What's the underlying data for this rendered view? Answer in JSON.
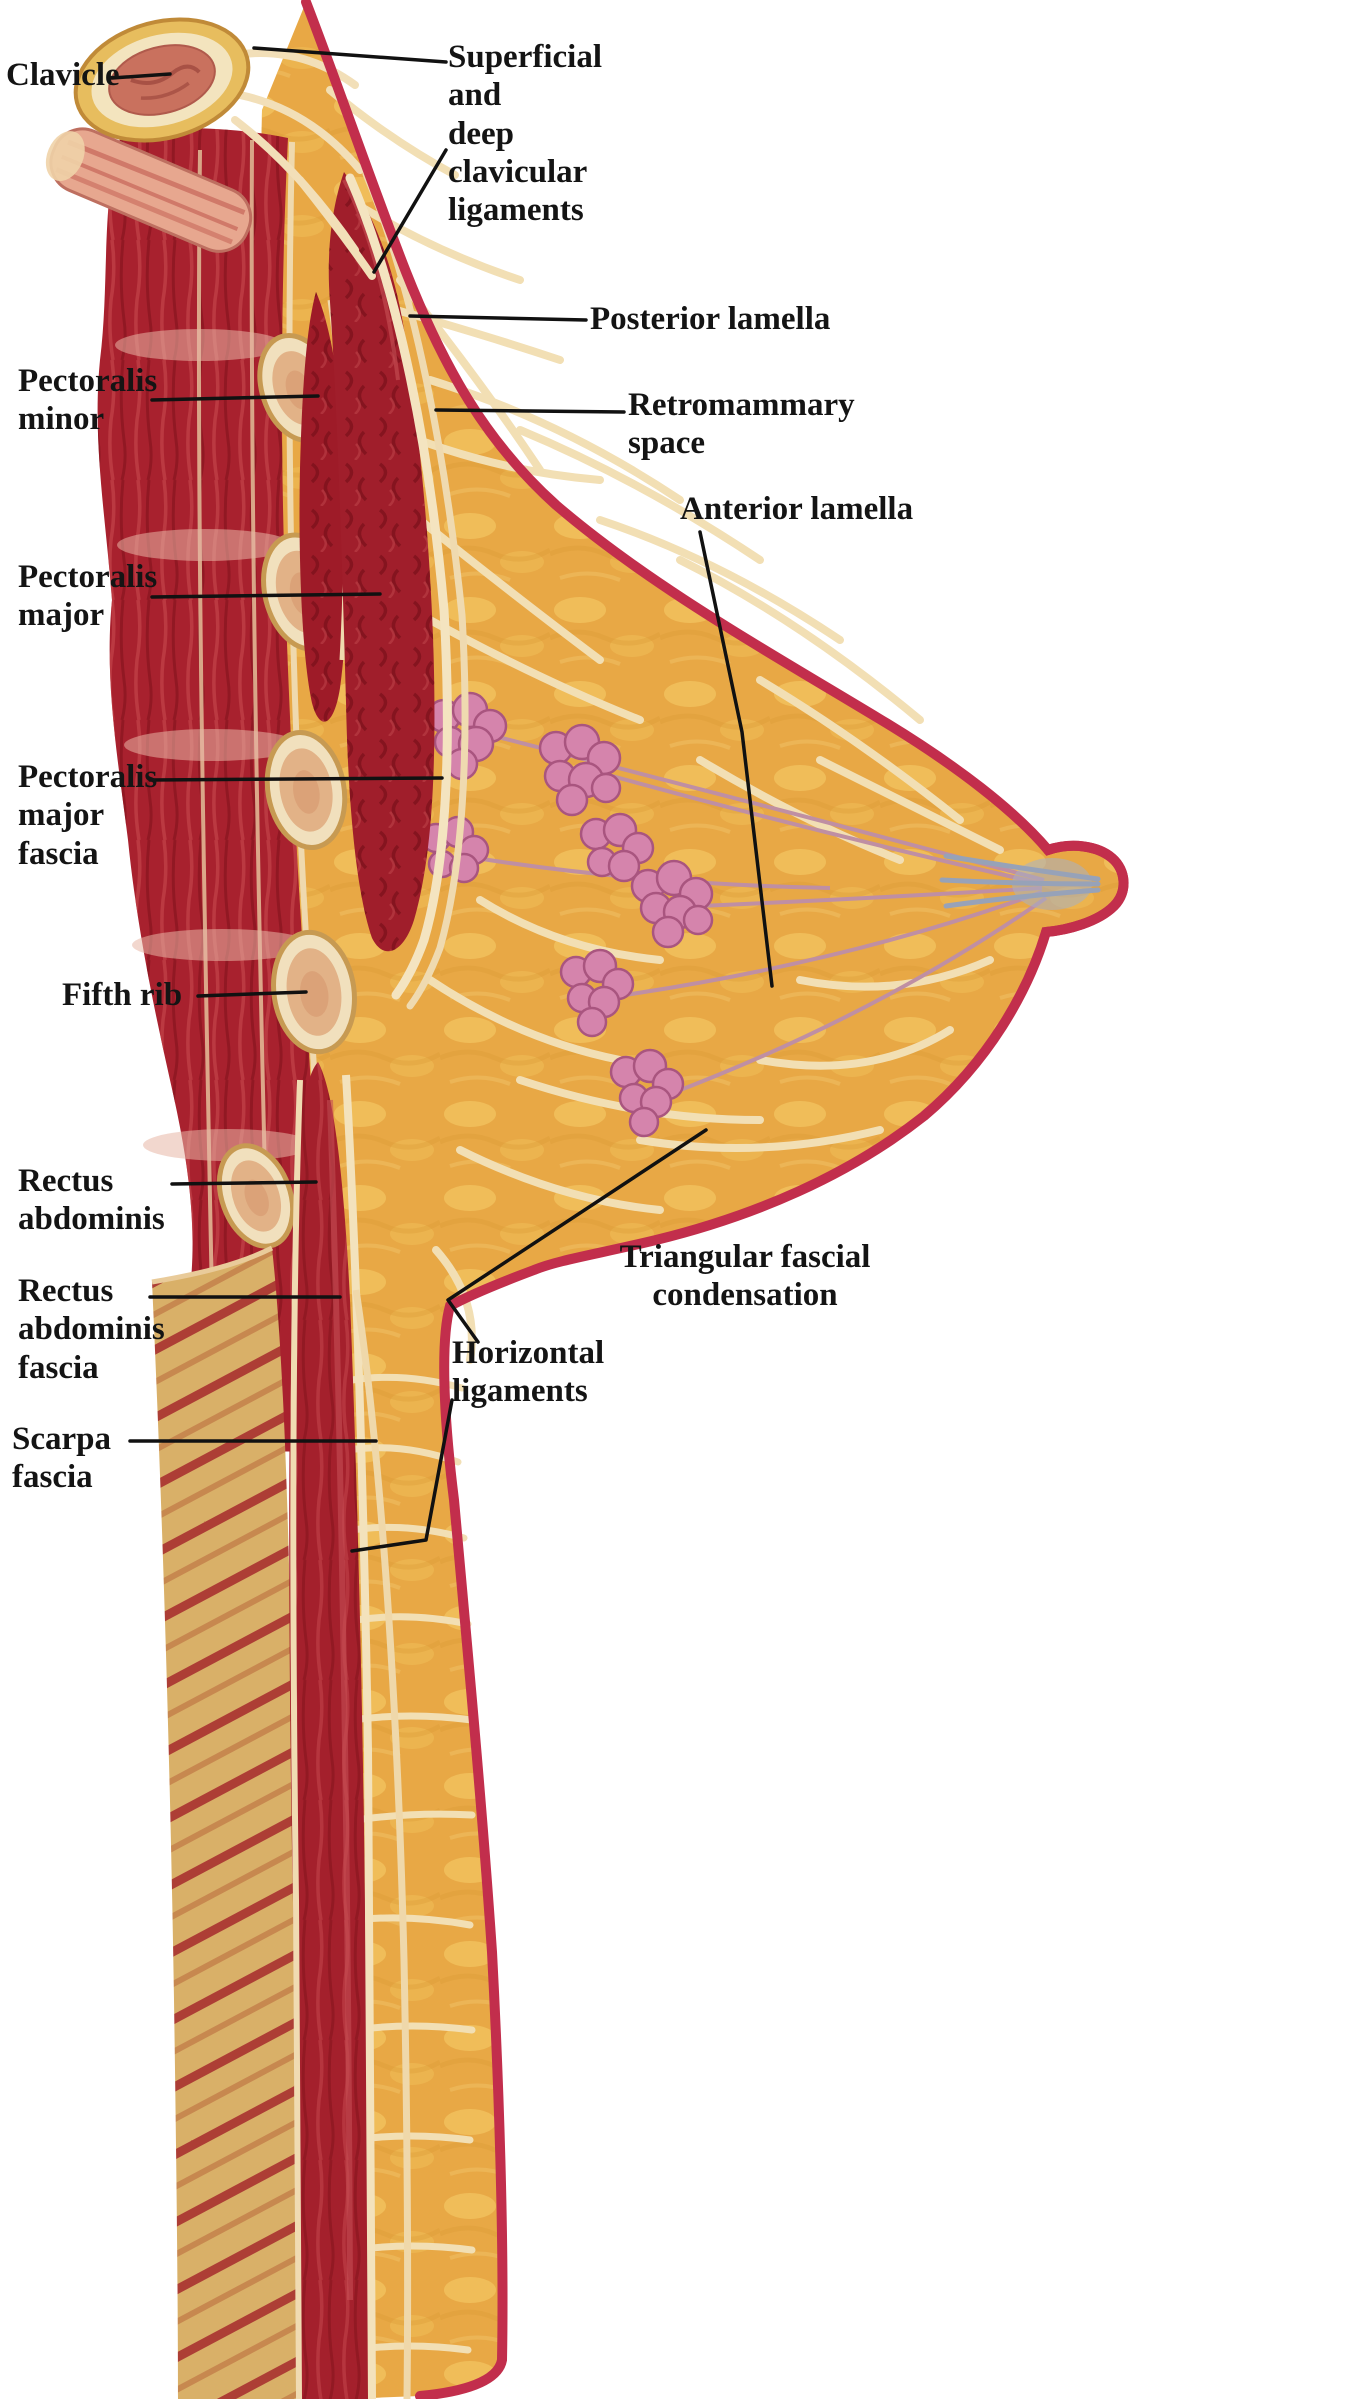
{
  "figure": {
    "labels": {
      "clavicle": "Clavicle",
      "clavicular_ligaments": "Superficial\nand\ndeep\nclavicular\nligaments",
      "posterior_lamella": "Posterior lamella",
      "retromammary_space": "Retromammary\nspace",
      "anterior_lamella": "Anterior lamella",
      "pectoralis_minor": "Pectoralis\nminor",
      "pectoralis_major": "Pectoralis\nmajor",
      "pectoralis_major_fascia": "Pectoralis\nmajor\nfascia",
      "fifth_rib": "Fifth rib",
      "rectus_abdominis": "Rectus\nabdominis",
      "rectus_abdominis_fascia": "Rectus\nabdominis\nfascia",
      "scarpa_fascia": "Scarpa\nfascia",
      "triangular_fascial_condensation": "Triangular fascial\ncondensation",
      "horizontal_ligaments": "Horizontal\nligaments"
    },
    "colors": {
      "skin_outline": "#C22E4C",
      "fat": "#E8A845",
      "muscle": "#A4202C",
      "gland": "#D584AC",
      "fascia": "#F3E2BC",
      "bone": "#F1E0BD",
      "label_text": "#141414",
      "background": "#FFFFFF"
    }
  }
}
